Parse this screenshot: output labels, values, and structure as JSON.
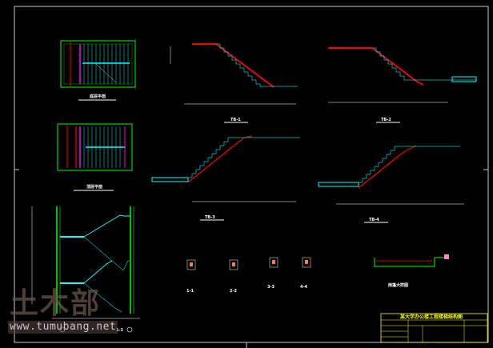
{
  "drawing": {
    "section_label": "1-1",
    "detail_label": "雨篷大样图",
    "title_block_title": "某大学办公楼工程楼梯结构图",
    "plan_labels": [
      "底层平面",
      "顶层平面"
    ],
    "stair_labels": [
      "TB-1",
      "TB-2",
      "TB-3",
      "TB-4"
    ],
    "detail_sections": [
      "1-1",
      "2-2",
      "3-3",
      "4-4"
    ]
  },
  "watermark": {
    "logo_text": "土木部",
    "url": "www.tumubang.net"
  },
  "colors": {
    "background": "#000000",
    "frame": "#c8c8c8",
    "wall": "#00ff00",
    "stair": "#00ffff",
    "rebar": "#ff0000",
    "title_block": "#ffff00"
  }
}
